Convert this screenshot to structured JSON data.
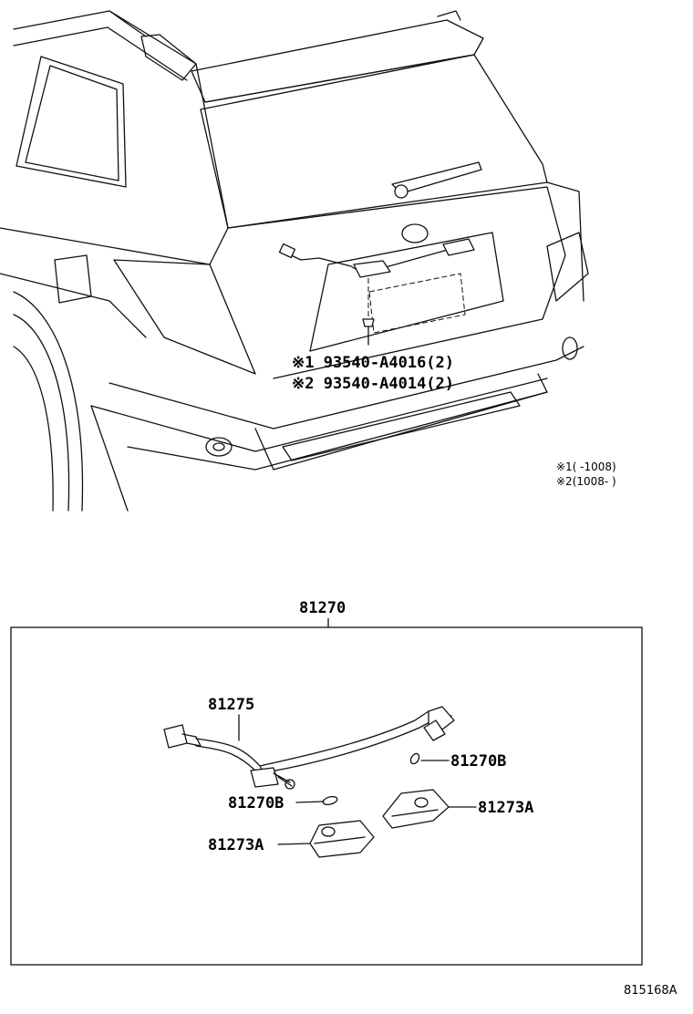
{
  "vehicle_view": {
    "callout_1": "※1 93540-A4016(2)",
    "callout_2": "※2 93540-A4014(2)"
  },
  "notes": {
    "note_1": "※1(    -1008)",
    "note_2": "※2(1008-    )"
  },
  "assembly": {
    "number": "81270",
    "parts": {
      "harness": "81275",
      "bulb_right": "81270B",
      "bulb_left": "81270B",
      "lens_right": "81273A",
      "lens_left": "81273A"
    }
  },
  "figure_ref": "815168A"
}
